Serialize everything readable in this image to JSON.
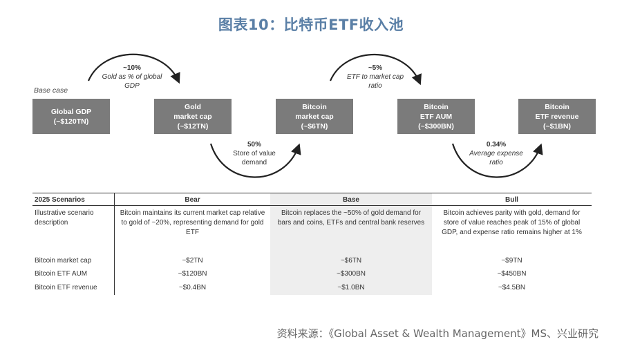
{
  "title": "图表10：比特币ETF收入池",
  "flow": {
    "base_case_label": "Base case",
    "boxes": [
      {
        "line1": "Global GDP",
        "line2": "(~$120TN)",
        "line3": ""
      },
      {
        "line1": "Gold",
        "line2": "market cap",
        "line3": "(~$12TN)"
      },
      {
        "line1": "Bitcoin",
        "line2": "market cap",
        "line3": "(~$6TN)"
      },
      {
        "line1": "Bitcoin",
        "line2": "ETF AUM",
        "line3": "(~$300BN)"
      },
      {
        "line1": "Bitcoin",
        "line2": "ETF revenue",
        "line3": "(~$1BN)"
      }
    ],
    "annotations": [
      {
        "value": "~10%",
        "line1": "Gold as % of global",
        "line2": "GDP"
      },
      {
        "value": "50%",
        "line1": "Store of value",
        "line2": "demand"
      },
      {
        "value": "~5%",
        "line1": "ETF to market cap",
        "line2": "ratio"
      },
      {
        "value": "0.34%",
        "line1": "Average expense",
        "line2": "ratio"
      }
    ]
  },
  "table": {
    "headers": [
      "2025 Scenarios",
      "Bear",
      "Base",
      "Bull"
    ],
    "desc_label_1": "Illustrative scenario",
    "desc_label_2": "description",
    "bear_desc": [
      "Bitcoin maintains its current market cap relative",
      "to gold of ~20%, representing demand for gold",
      "ETF"
    ],
    "base_desc": [
      "Bitcoin replaces the ~50% of gold demand for",
      "bars and coins, ETFs and central bank reserves"
    ],
    "bull_desc": [
      "Bitcoin achieves parity with gold, demand for",
      "store of value reaches peak of 15% of global",
      "GDP, and expense ratio remains higher at 1%"
    ],
    "rows": [
      {
        "label": "Bitcoin market cap",
        "bear": "~$2TN",
        "base": "~$6TN",
        "bull": "~$9TN"
      },
      {
        "label": "Bitcoin ETF AUM",
        "bear": "~$120BN",
        "base": "~$300BN",
        "bull": "~$450BN"
      },
      {
        "label": "Bitcoin ETF revenue",
        "bear": "~$0.4BN",
        "base": "~$1.0BN",
        "bull": "~$4.5BN"
      }
    ]
  },
  "source": "资料来源：《Global Asset & Wealth Management》MS、兴业研究"
}
